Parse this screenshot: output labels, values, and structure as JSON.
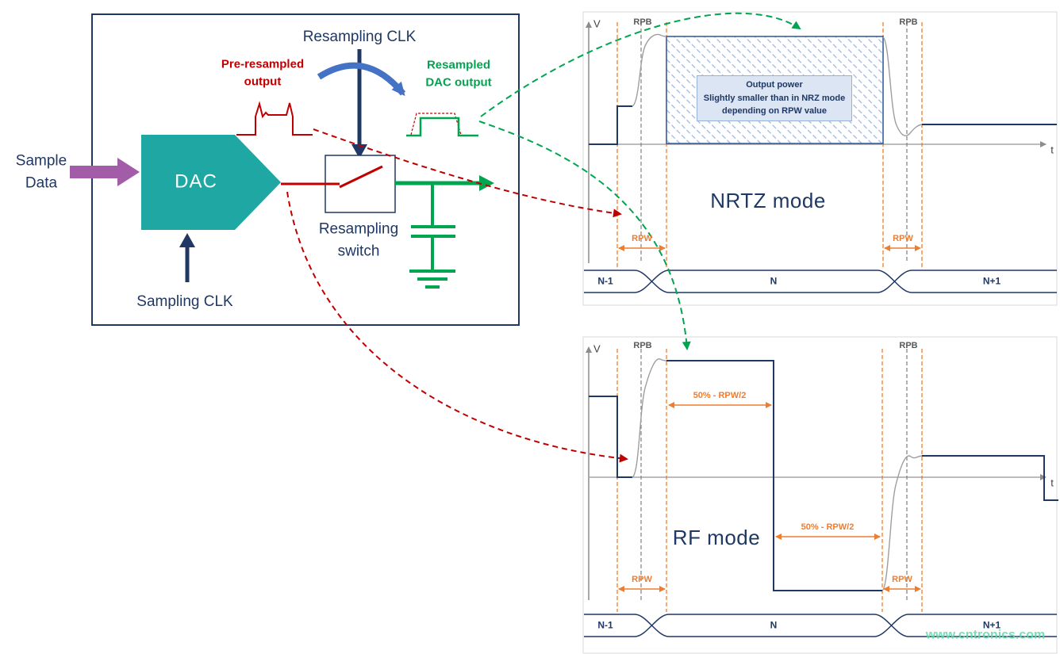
{
  "colors": {
    "navy": "#1f3864",
    "teal": "#1fa8a3",
    "red": "#c00000",
    "green": "#00a550",
    "orange": "#ED7D31",
    "purple": "#a35ca8",
    "blue_arrow": "#4472c4",
    "hatch_blue": "#9ab3e0",
    "axis_gray": "#8c8c8c"
  },
  "block_diagram": {
    "resampling_clk": "Resampling CLK",
    "pre_resampled_output": "Pre-resampled\noutput",
    "resampled_dac_output": "Resampled\nDAC output",
    "sample_data": "Sample\nData",
    "dac_label": "DAC",
    "resampling_switch": "Resampling\nswitch",
    "sampling_clk": "Sampling CLK"
  },
  "nrtz": {
    "v_axis_label": "V",
    "t_axis_label": "t",
    "rpb_left": "RPB",
    "rpb_right": "RPB",
    "output_power_note": "Output power\nSlightly smaller than in NRZ mode\ndepending on RPW value",
    "mode_label": "NRTZ mode",
    "rpw_left": "RPW",
    "rpw_right": "RPW",
    "data_prev": "N-1",
    "data_current": "N",
    "data_next": "N+1"
  },
  "rf": {
    "v_axis_label": "V",
    "t_axis_label": "t",
    "rpb_left": "RPB",
    "rpb_right": "RPB",
    "segment_top_label": "50% - RPW/2",
    "segment_bottom_label": "50% - RPW/2",
    "mode_label": "RF mode",
    "rpw_left": "RPW",
    "rpw_right": "RPW",
    "data_prev": "N-1",
    "data_current": "N",
    "data_next": "N+1"
  },
  "watermark": {
    "text": "www.cntronics.com"
  }
}
